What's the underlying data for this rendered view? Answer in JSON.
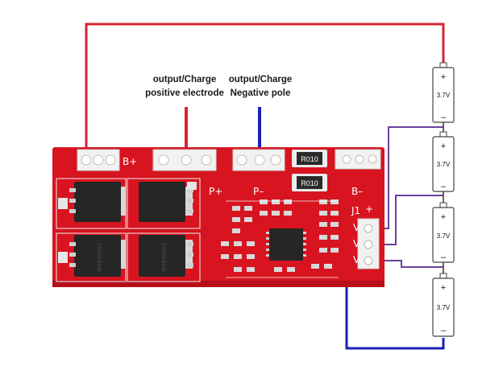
{
  "labels": {
    "positive": {
      "line1": "output/Charge",
      "line2": "positive electrode"
    },
    "negative": {
      "line1": "output/Charge",
      "line2": "Negative pole"
    }
  },
  "pcb": {
    "silkscreen": {
      "b_plus": "B+",
      "p_plus": "P+",
      "p_minus": "P–",
      "b_minus": "B–",
      "j1": "J1"
    },
    "resistors": [
      "R010",
      "R010"
    ],
    "mosfet_marks": [
      "CS2C0 8ZA6",
      "CS2C0 8ZA6"
    ],
    "balance_pins": [
      "V",
      "V",
      "V"
    ]
  },
  "cells": [
    {
      "voltage": "3.7V",
      "plus": "+",
      "minus": "–"
    },
    {
      "voltage": "3.7V",
      "plus": "+",
      "minus": "–"
    },
    {
      "voltage": "3.7V",
      "plus": "+",
      "minus": "–"
    },
    {
      "voltage": "3.7V",
      "plus": "+",
      "minus": "–"
    }
  ],
  "colors": {
    "board": "#d7141f",
    "positive_wire": "#d42530",
    "negative_wire": "#1a22b4",
    "balance_wire": "#6a3f9c",
    "chip": "#262626",
    "pad": "#ececec"
  }
}
